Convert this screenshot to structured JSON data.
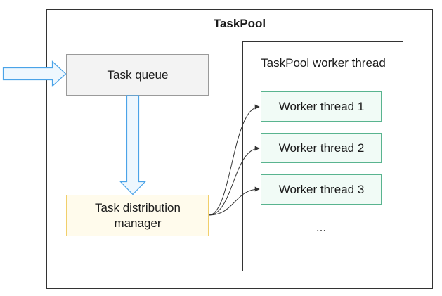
{
  "diagram": {
    "outer_title": "TaskPool",
    "task_queue_label": "Task queue",
    "distribution_manager_label_line1": "Task distribution",
    "distribution_manager_label_line2": "manager",
    "worker_pool_title": "TaskPool worker thread",
    "workers": [
      {
        "label": "Worker thread 1"
      },
      {
        "label": "Worker thread 2"
      },
      {
        "label": "Worker thread 3"
      }
    ],
    "ellipsis": "..."
  },
  "colors": {
    "frame_stroke": "#333333",
    "task_queue_fill": "#f3f3f3",
    "task_queue_stroke": "#9a9a9a",
    "manager_fill": "#fffbec",
    "manager_stroke": "#f1cf6b",
    "worker_fill": "#f1fbf6",
    "worker_stroke": "#59b48f",
    "arrow_fill": "#eef7fe",
    "arrow_stroke": "#4aa3e8",
    "connector": "#333333"
  }
}
